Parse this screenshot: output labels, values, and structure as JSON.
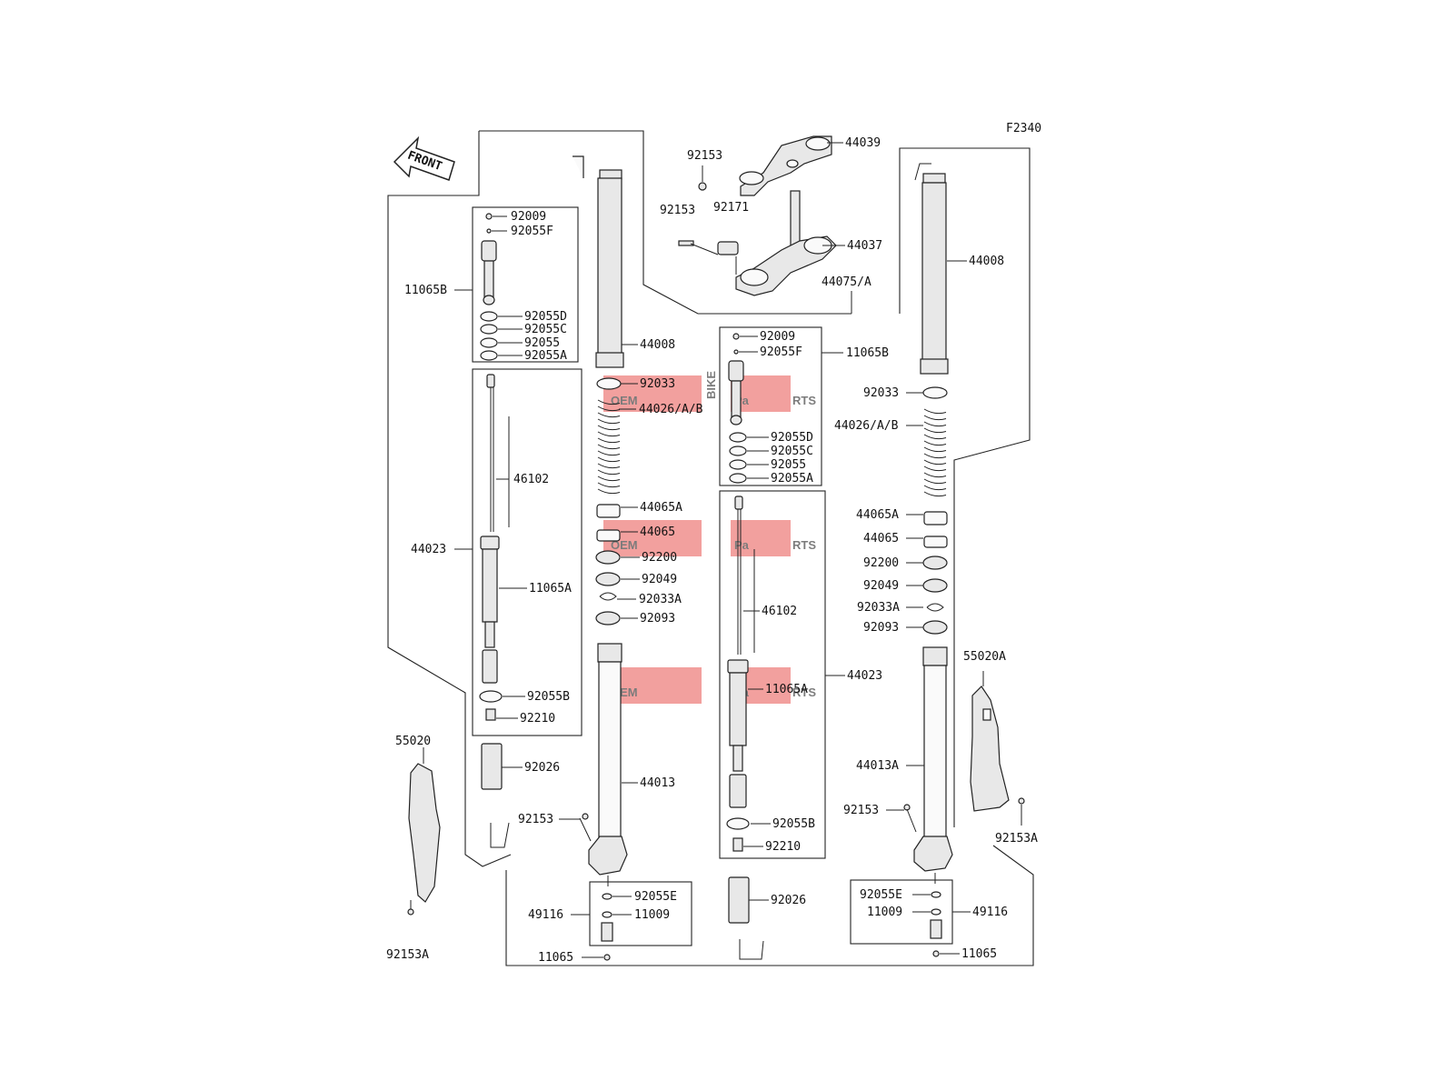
{
  "diagram": {
    "figure_code": "F2340",
    "front_arrow_label": "FRONT",
    "watermark": {
      "text_a": "OEM",
      "text_b": "BIKE",
      "text_c": "Pa",
      "text_d": "RTS"
    },
    "colors": {
      "line": "#222222",
      "watermark_red": "#e8534f",
      "watermark_grey": "#c9c9c9",
      "part_fill": "#e8e8e8"
    },
    "labels": {
      "p92153_top": "92153",
      "p44039": "44039",
      "p92153_mid": "92153",
      "p92171": "92171",
      "p44037": "44037",
      "p44075": "44075/A",
      "l92009": "92009",
      "l92055F": "92055F",
      "l11065B": "11065B",
      "l92055D": "92055D",
      "l92055C": "92055C",
      "l92055": "92055",
      "l92055A": "92055A",
      "l46102": "46102",
      "l44023": "44023",
      "l11065A": "11065A",
      "l92055B": "92055B",
      "l92210": "92210",
      "l92026": "92026",
      "l55020": "55020",
      "l92153A": "92153A",
      "lc44008": "44008",
      "lc92033": "92033",
      "lc44026": "44026/A/B",
      "lc44065A": "44065A",
      "lc44065": "44065",
      "lc92200": "92200",
      "lc92049": "92049",
      "lc92033A": "92033A",
      "lc92093": "92093",
      "lc44013": "44013",
      "lc92153": "92153",
      "lc92055E": "92055E",
      "lc49116": "49116",
      "lc11009": "11009",
      "lc11065": "11065",
      "m92009": "92009",
      "m92055F": "92055F",
      "m11065B": "11065B",
      "m92055D": "92055D",
      "m92055C": "92055C",
      "m92055": "92055",
      "m92055A": "92055A",
      "m46102": "46102",
      "m44023": "44023",
      "m11065A": "11065A",
      "m92055B": "92055B",
      "m92210": "92210",
      "m92026": "92026",
      "r44008": "44008",
      "r92033": "92033",
      "r44026": "44026/A/B",
      "r44065A": "44065A",
      "r44065": "44065",
      "r92200": "92200",
      "r92049": "92049",
      "r92033A": "92033A",
      "r92093": "92093",
      "r44013A": "44013A",
      "r92153": "92153",
      "r55020A": "55020A",
      "r92153A": "92153A",
      "r92055E": "92055E",
      "r11009": "11009",
      "r49116": "49116",
      "r11065": "11065"
    }
  }
}
